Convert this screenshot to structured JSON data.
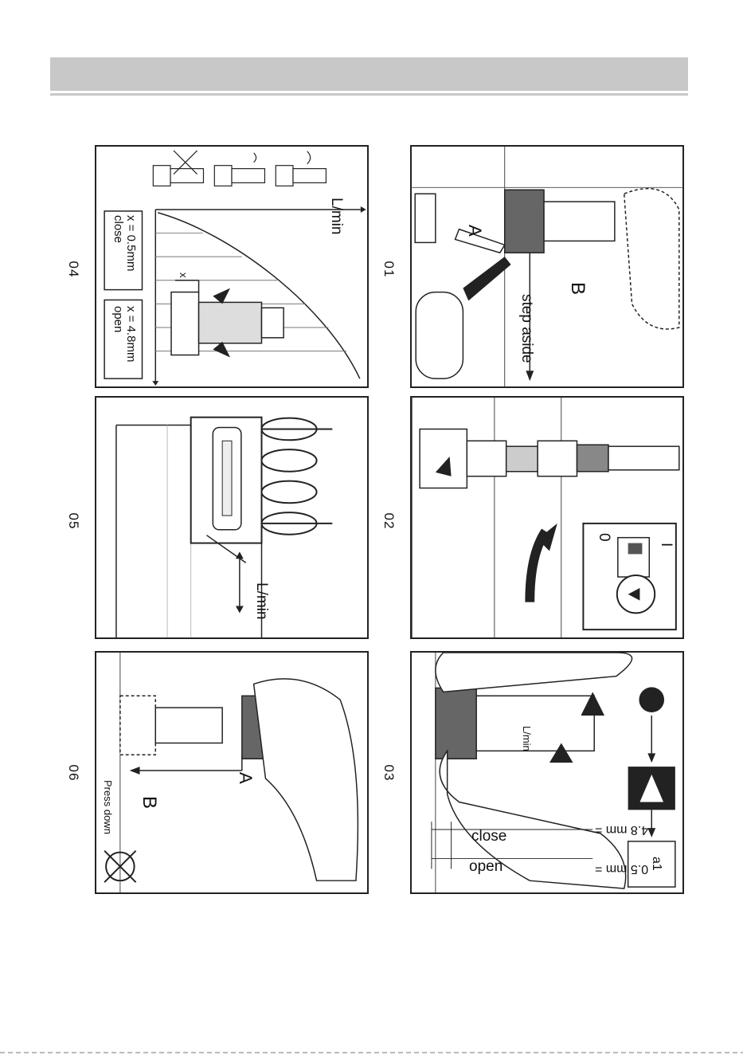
{
  "steps": {
    "s01": {
      "number": "01",
      "label_a": "A",
      "label_b": "B",
      "note": "step aside"
    },
    "s02": {
      "number": "02",
      "switch_off": "0",
      "switch_on": "I"
    },
    "s03": {
      "number": "03",
      "dim_close_value": "4.8 mm =",
      "dim_close_label": "close",
      "dim_open_value": "0.5 mm =",
      "dim_open_label": "open",
      "marker": "a1",
      "scale_label": "L/min"
    },
    "s04": {
      "number": "04",
      "axis_label": "L/min",
      "x_label": "x",
      "close_value": "x = 0.5mm",
      "close_label": "close",
      "open_value": "x = 4.8mm",
      "open_label": "open"
    },
    "s05": {
      "number": "05",
      "flow_label": "L/min"
    },
    "s06": {
      "number": "06",
      "label_a": "A",
      "label_b": "B",
      "note": "Press down"
    }
  },
  "colors": {
    "line": "#222222",
    "header_bar": "#c8c8c8"
  }
}
